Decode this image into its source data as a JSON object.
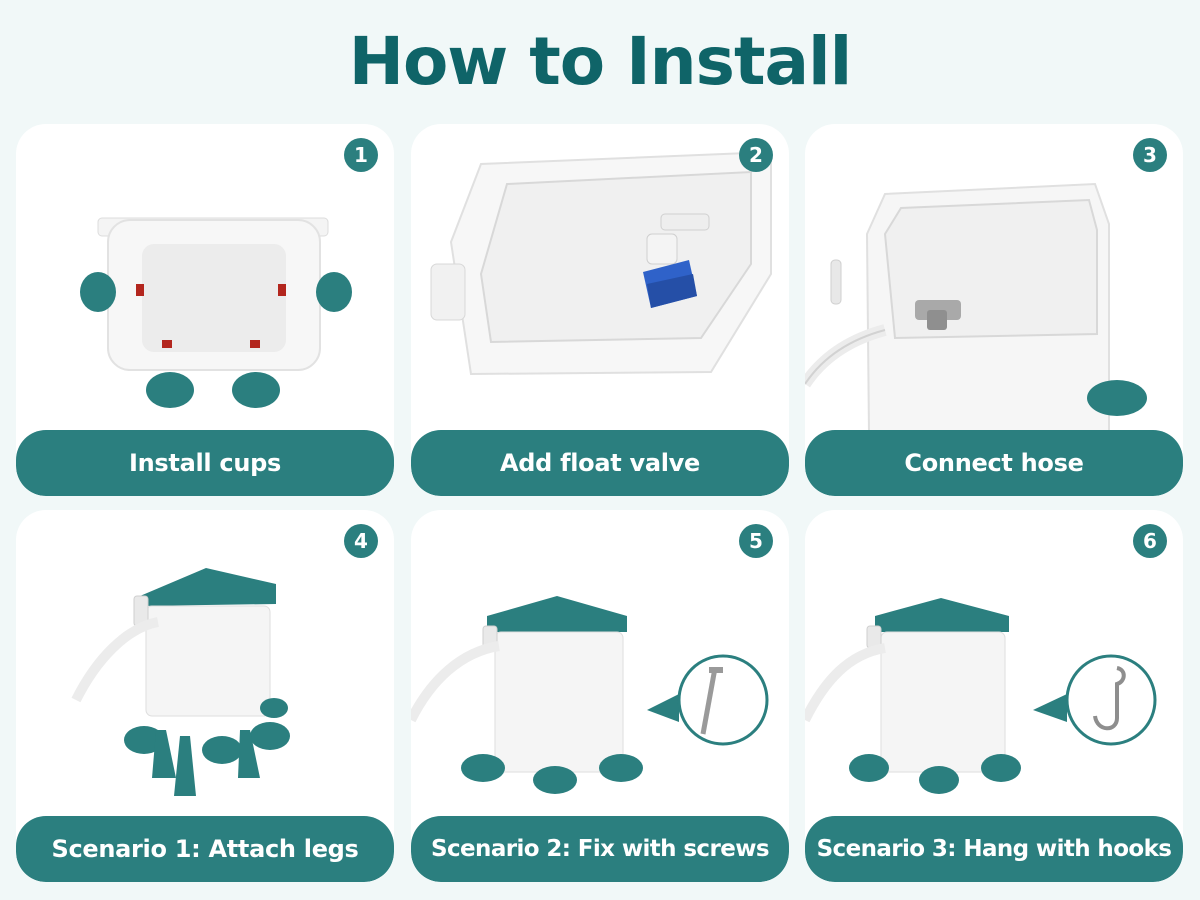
{
  "title": "How to Install",
  "colors": {
    "teal": "#2b7f7f",
    "title": "#0f6468",
    "background": "#f1f8f8"
  },
  "steps": [
    {
      "number": "1",
      "label": "Install cups"
    },
    {
      "number": "2",
      "label": "Add float valve"
    },
    {
      "number": "3",
      "label": "Connect hose"
    },
    {
      "number": "4",
      "label": "Scenario 1: Attach legs"
    },
    {
      "number": "5",
      "label": "Scenario 2: Fix with screws"
    },
    {
      "number": "6",
      "label": "Scenario 3: Hang with hooks"
    }
  ]
}
